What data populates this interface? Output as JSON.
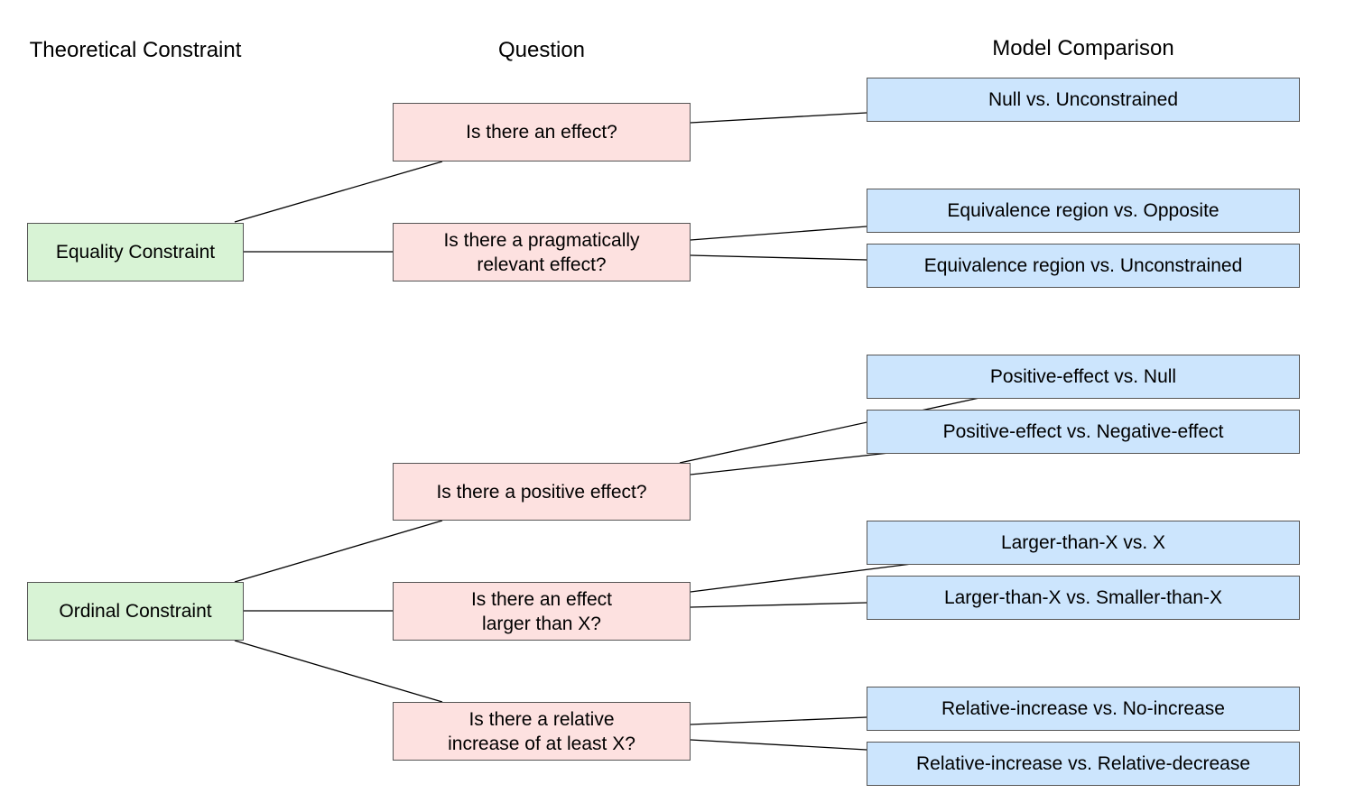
{
  "headers": {
    "constraint": "Theoretical Constraint",
    "question": "Question",
    "comparison": "Model Comparison"
  },
  "colors": {
    "constraint_fill": "#d8f3d5",
    "question_fill": "#fde1e0",
    "comparison_fill": "#cce5fd",
    "border": "#555555",
    "edge": "#000000"
  },
  "constraints": [
    {
      "id": "c1",
      "label": "Equality Constraint"
    },
    {
      "id": "c2",
      "label": "Ordinal Constraint"
    }
  ],
  "questions": [
    {
      "id": "q1",
      "label": "Is there an effect?"
    },
    {
      "id": "q2",
      "label": "Is there a pragmatically\nrelevant effect?"
    },
    {
      "id": "q3",
      "label": "Is there a positive effect?"
    },
    {
      "id": "q4",
      "label": "Is there an effect\nlarger than X?"
    },
    {
      "id": "q5",
      "label": "Is there a relative\nincrease of at least X?"
    }
  ],
  "comparisons": [
    {
      "id": "m1",
      "label": "Null vs. Unconstrained"
    },
    {
      "id": "m2",
      "label": "Equivalence region vs. Opposite"
    },
    {
      "id": "m3",
      "label": "Equivalence region vs. Unconstrained"
    },
    {
      "id": "m4",
      "label": "Positive-effect vs. Null"
    },
    {
      "id": "m5",
      "label": "Positive-effect vs. Negative-effect"
    },
    {
      "id": "m6",
      "label": "Larger-than-X vs. X"
    },
    {
      "id": "m7",
      "label": "Larger-than-X vs. Smaller-than-X"
    },
    {
      "id": "m8",
      "label": "Relative-increase vs. No-increase"
    },
    {
      "id": "m9",
      "label": "Relative-increase vs. Relative-decrease"
    }
  ],
  "edges": [
    {
      "from": "c1",
      "to": "q1"
    },
    {
      "from": "c1",
      "to": "q2"
    },
    {
      "from": "q1",
      "to": "m1"
    },
    {
      "from": "q2",
      "to": "m2"
    },
    {
      "from": "q2",
      "to": "m3"
    },
    {
      "from": "c2",
      "to": "q3"
    },
    {
      "from": "c2",
      "to": "q4"
    },
    {
      "from": "c2",
      "to": "q5"
    },
    {
      "from": "q3",
      "to": "m4"
    },
    {
      "from": "q3",
      "to": "m5"
    },
    {
      "from": "q4",
      "to": "m6"
    },
    {
      "from": "q4",
      "to": "m7"
    },
    {
      "from": "q5",
      "to": "m8"
    },
    {
      "from": "q5",
      "to": "m9"
    }
  ]
}
